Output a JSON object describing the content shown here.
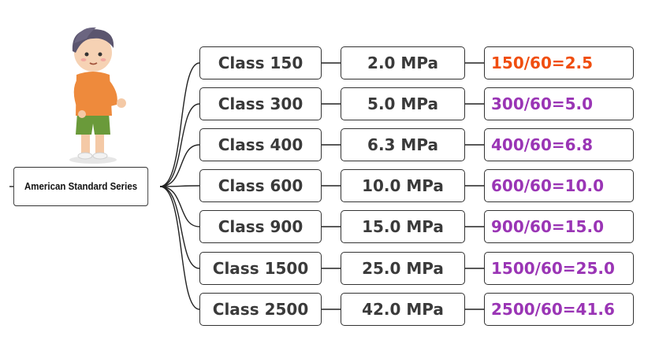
{
  "root": {
    "label": "American Standard Series"
  },
  "rows": [
    {
      "class": "Class 150",
      "pressure": "2.0 MPa",
      "ratio": "150/60=2.5",
      "ratio_color": "#f04e0f"
    },
    {
      "class": "Class 300",
      "pressure": "5.0 MPa",
      "ratio": "300/60=5.0",
      "ratio_color": "#9a35b5"
    },
    {
      "class": "Class 400",
      "pressure": "6.3 MPa",
      "ratio": "400/60=6.8",
      "ratio_color": "#9a35b5"
    },
    {
      "class": "Class 600",
      "pressure": "10.0 MPa",
      "ratio": "600/60=10.0",
      "ratio_color": "#9a35b5"
    },
    {
      "class": "Class 900",
      "pressure": "15.0 MPa",
      "ratio": "900/60=15.0",
      "ratio_color": "#9a35b5"
    },
    {
      "class": "Class 1500",
      "pressure": "25.0 MPa",
      "ratio": "1500/60=25.0",
      "ratio_color": "#9a35b5"
    },
    {
      "class": "Class 2500",
      "pressure": "42.0 MPa",
      "ratio": "2500/60=41.6",
      "ratio_color": "#9a35b5"
    }
  ],
  "illustration": {
    "icon": "cartoon-boy-icon"
  }
}
